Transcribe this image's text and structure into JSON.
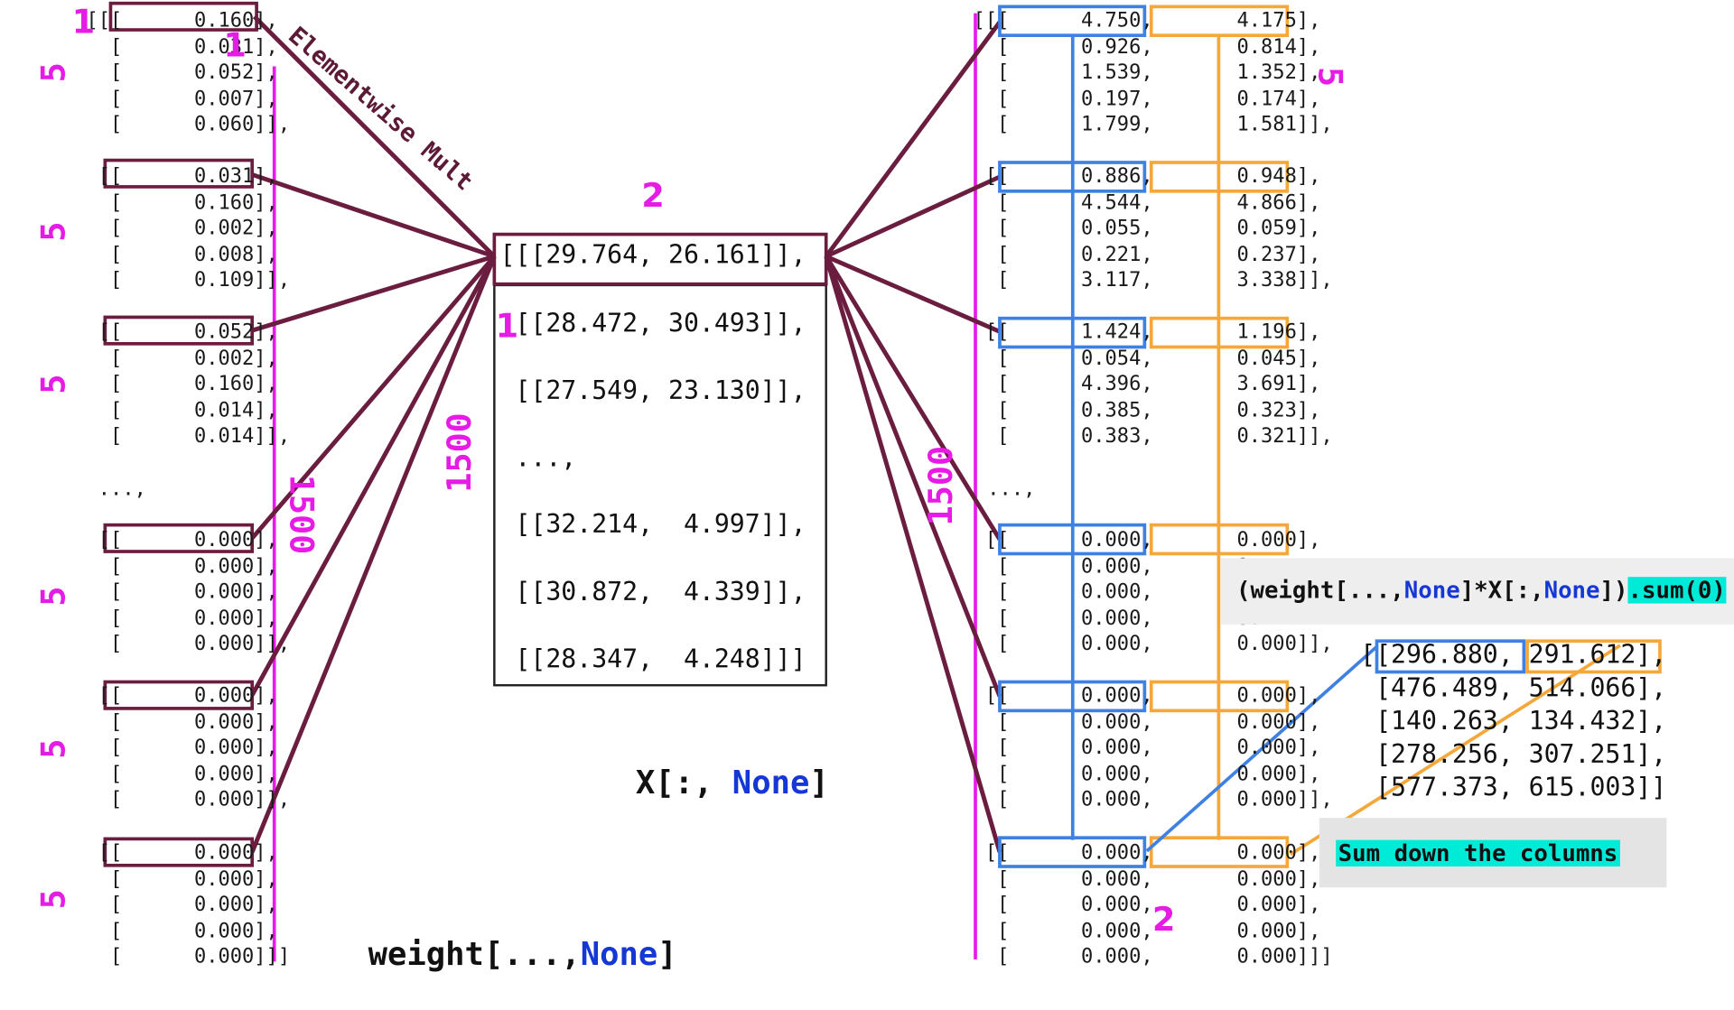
{
  "left_weight": {
    "groups": [
      {
        "lines": [
          "[[[      0.160],",
          "  [      0.031],",
          "  [      0.052],",
          "  [      0.007],",
          "  [      0.060]],"
        ]
      },
      {
        "lines": [
          " [[      0.031],",
          "  [      0.160],",
          "  [      0.002],",
          "  [      0.008],",
          "  [      0.109]],"
        ]
      },
      {
        "lines": [
          " [[      0.052],",
          "  [      0.002],",
          "  [      0.160],",
          "  [      0.014],",
          "  [      0.014]],"
        ]
      },
      {
        "lines": [
          " [[      0.000],",
          "  [      0.000],",
          "  [      0.000],",
          "  [      0.000],",
          "  [      0.000]],"
        ]
      },
      {
        "lines": [
          " [[      0.000],",
          "  [      0.000],",
          "  [      0.000],",
          "  [      0.000],",
          "  [      0.000]],"
        ]
      },
      {
        "lines": [
          " [[      0.000],",
          "  [      0.000],",
          "  [      0.000],",
          "  [      0.000],",
          "  [      0.000]]]"
        ]
      }
    ],
    "ellipsis": " ...,",
    "group_size_label": "5",
    "dim_label": "1500",
    "index_labels": [
      "1",
      "1"
    ],
    "caption_text": "weight[...,",
    "caption_kw": "None",
    "caption_end": "]"
  },
  "middle_x": {
    "rows": [
      "[[[29.764, 26.161]],",
      " [[28.472, 30.493]],",
      " [[27.549, 23.130]],",
      " ...,",
      " [[32.214,  4.997]],",
      " [[30.872,  4.339]],",
      " [[28.347,  4.248]]]"
    ],
    "top_label": "2",
    "side_label": "1",
    "dim_label": "1500",
    "caption_text": "X[:, ",
    "caption_kw": "None",
    "caption_end": "]",
    "operation_label": "Elementwise Mult"
  },
  "right_product": {
    "groups": [
      {
        "lines": [
          "[[[      4.750,       4.175],",
          "  [      0.926,       0.814],",
          "  [      1.539,       1.352],",
          "  [      0.197,       0.174],",
          "  [      1.799,       1.581]],"
        ]
      },
      {
        "lines": [
          " [[      0.886,       0.948],",
          "  [      4.544,       4.866],",
          "  [      0.055,       0.059],",
          "  [      0.221,       0.237],",
          "  [      3.117,       3.338]],"
        ]
      },
      {
        "lines": [
          " [[      1.424,       1.196],",
          "  [      0.054,       0.045],",
          "  [      4.396,       3.691],",
          "  [      0.385,       0.323],",
          "  [      0.383,       0.321]],"
        ]
      },
      {
        "lines": [
          " [[      0.000,       0.000],",
          "  [      0.000,       0.",
          "  [      0.000,       0.",
          "  [      0.000,       0.",
          "  [      0.000,       0.000]],"
        ]
      },
      {
        "lines": [
          " [[      0.000,       0.000],",
          "  [      0.000,       0.000],",
          "  [      0.000,       0.000],",
          "  [      0.000,       0.000],",
          "  [      0.000,       0.000]],"
        ]
      },
      {
        "lines": [
          " [[      0.000,       0.000],",
          "  [      0.000,       0.000],",
          "  [      0.000,       0.000],",
          "  [      0.000,       0.000],",
          "  [      0.000,       0.000]]]"
        ]
      }
    ],
    "ellipsis": " ...,",
    "group_size_label": "5",
    "dim_label": "1500",
    "col_label": "2"
  },
  "code_box": {
    "part1": "(weight[...,",
    "kw1": "None",
    "part2": "]*X[:,",
    "kw2": "None",
    "part3": "])",
    "method": ".sum(0)"
  },
  "result": {
    "rows": [
      "[[296.880, 291.612],",
      " [476.489, 514.066],",
      " [140.263, 134.432],",
      " [278.256, 307.251],",
      " [577.373, 615.003]]"
    ]
  },
  "sum_label": "Sum down the columns",
  "colors": {
    "wire": "#6b1d3f",
    "pink": "#e61be6",
    "blue": "#3f80e3",
    "orange": "#f5a73a",
    "cyan": "#00ead8",
    "keyword": "#1537d6"
  }
}
